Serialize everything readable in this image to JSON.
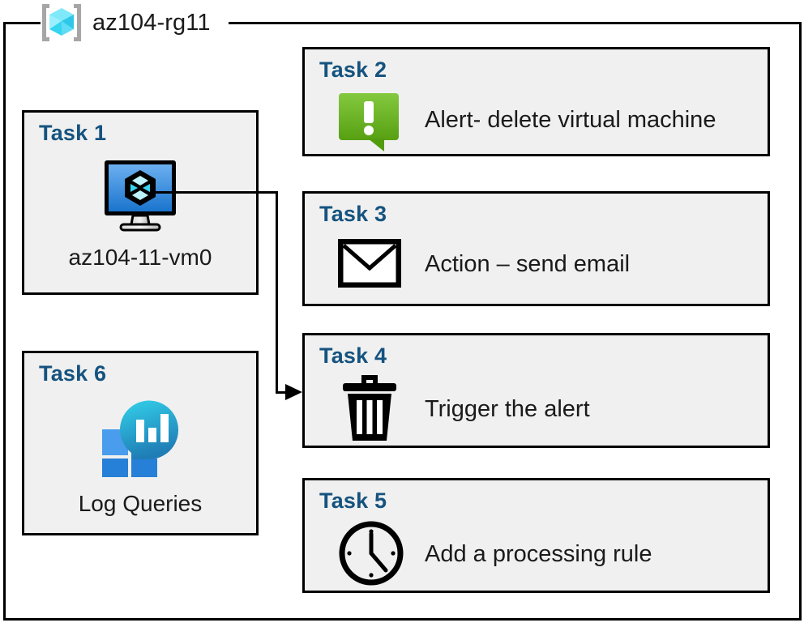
{
  "resource_group": {
    "icon": "azure-resource-group-cube-icon",
    "label": "az104-rg11"
  },
  "tasks": [
    {
      "id": "task-1",
      "title": "Task 1",
      "icon": "virtual-machine-monitor-icon",
      "caption": "az104-11-vm0"
    },
    {
      "id": "task-2",
      "title": "Task 2",
      "icon": "alert-green-exclamation-icon",
      "label": "Alert- delete virtual machine"
    },
    {
      "id": "task-3",
      "title": "Task 3",
      "icon": "email-envelope-icon",
      "label": "Action – send email"
    },
    {
      "id": "task-4",
      "title": "Task 4",
      "icon": "trash-can-icon",
      "label": "Trigger the alert"
    },
    {
      "id": "task-5",
      "title": "Task 5",
      "icon": "clock-icon",
      "label": "Add a processing rule"
    },
    {
      "id": "task-6",
      "title": "Task 6",
      "icon": "log-analytics-icon",
      "caption": "Log Queries"
    }
  ],
  "connector": {
    "from": "task-1-vm-icon",
    "to": "task-4-box",
    "arrow": "arrowhead-right"
  },
  "colors": {
    "heading": "#15537f",
    "box_fill": "#f0f0f0",
    "box_border": "#000000",
    "alert_green_light": "#7dc43f",
    "alert_green_dark": "#5ba017",
    "vm_screen_light": "#63a8ea",
    "vm_screen_dark": "#1d78d1",
    "log_square_light": "#4a9dec",
    "log_square_dark": "#2680d8",
    "log_circle_top": "#31c8e8",
    "log_circle_bottom": "#1f7fb8",
    "rg_cube_cyan": "#66e0f5",
    "rg_bracket_gray": "#a6a6a6"
  }
}
